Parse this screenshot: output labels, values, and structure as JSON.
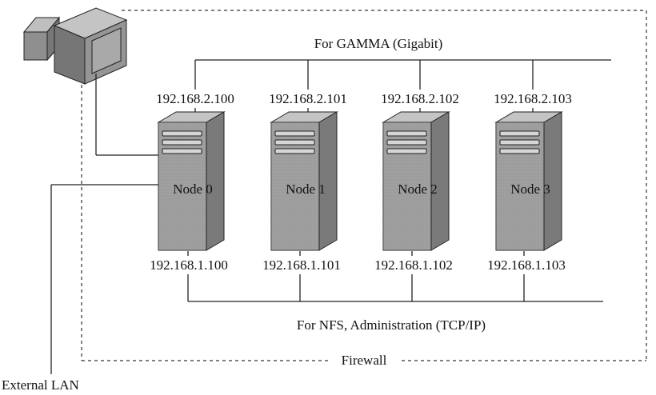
{
  "network": {
    "gamma_label": "For GAMMA (Gigabit)",
    "nfs_label": "For NFS, Administration (TCP/IP)",
    "firewall_label": "Firewall",
    "external_lan_label": "External LAN"
  },
  "nodes": [
    {
      "name": "Node 0",
      "gamma_ip": "192.168.2.100",
      "nfs_ip": "192.168.1.100"
    },
    {
      "name": "Node 1",
      "gamma_ip": "192.168.2.101",
      "nfs_ip": "192.168.1.101"
    },
    {
      "name": "Node 2",
      "gamma_ip": "192.168.2.102",
      "nfs_ip": "192.168.1.102"
    },
    {
      "name": "Node 3",
      "gamma_ip": "192.168.2.103",
      "nfs_ip": "192.168.1.103"
    }
  ],
  "colors": {
    "line": "#222222",
    "server_front": "#9c9c9c",
    "server_side": "#7a7a7a",
    "server_top": "#c4c4c4",
    "monitor": "#8f8f8f"
  }
}
